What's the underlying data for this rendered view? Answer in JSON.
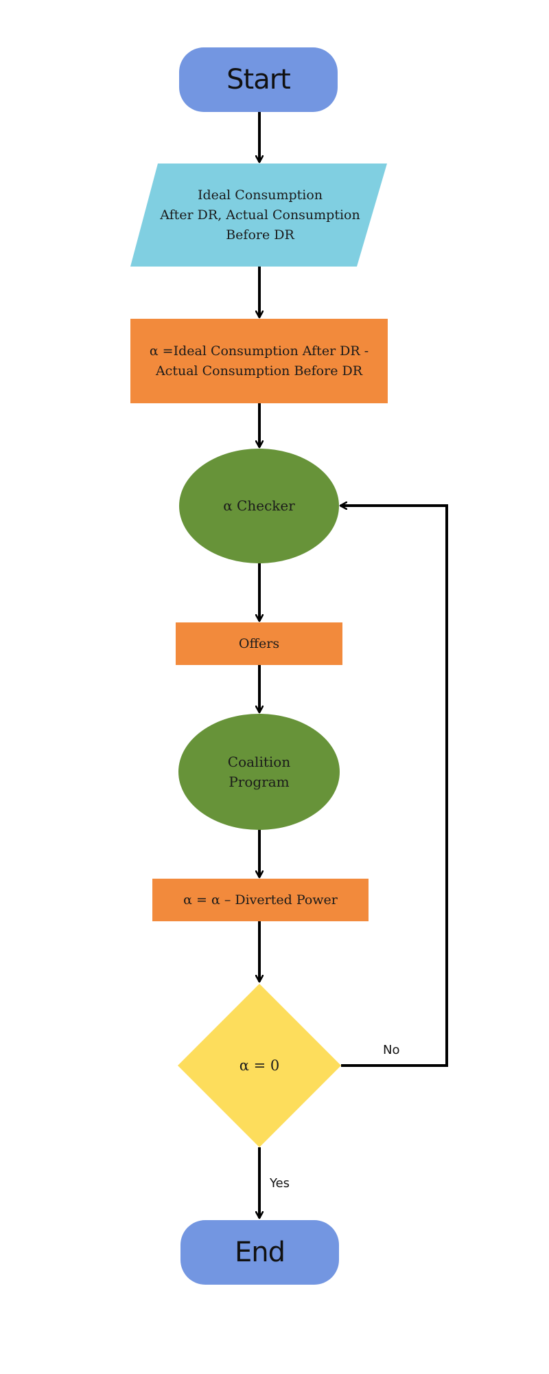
{
  "colors": {
    "terminal": "#7396e1",
    "io": "#80cfe1",
    "process": "#f28a3c",
    "ellipse": "#679339",
    "decision": "#fddd5c",
    "arrow": "#000000"
  },
  "nodes": {
    "start": {
      "label": "Start",
      "shape": "rounded-rectangle"
    },
    "input": {
      "label": "Ideal Consumption\nAfter DR, Actual Consumption\nBefore DR",
      "shape": "parallelogram"
    },
    "alpha_calc": {
      "label": "α =Ideal Consumption After DR -\nActual Consumption Before DR",
      "shape": "rectangle"
    },
    "alpha_checker": {
      "label": "α Checker",
      "shape": "ellipse"
    },
    "offers": {
      "label": "Offers",
      "shape": "rectangle"
    },
    "coalition": {
      "label": "Coalition\nProgram",
      "shape": "ellipse"
    },
    "alpha_update": {
      "label": "α = α – Diverted Power",
      "shape": "rectangle"
    },
    "decision": {
      "label": "α = 0",
      "shape": "diamond"
    },
    "end": {
      "label": "End",
      "shape": "rounded-rectangle"
    }
  },
  "edges": [
    {
      "from": "start",
      "to": "input",
      "label": ""
    },
    {
      "from": "input",
      "to": "alpha_calc",
      "label": ""
    },
    {
      "from": "alpha_calc",
      "to": "alpha_checker",
      "label": ""
    },
    {
      "from": "alpha_checker",
      "to": "offers",
      "label": ""
    },
    {
      "from": "offers",
      "to": "coalition",
      "label": ""
    },
    {
      "from": "coalition",
      "to": "alpha_update",
      "label": ""
    },
    {
      "from": "alpha_update",
      "to": "decision",
      "label": ""
    },
    {
      "from": "decision",
      "to": "alpha_checker",
      "label": "No"
    },
    {
      "from": "decision",
      "to": "end",
      "label": "Yes"
    }
  ]
}
